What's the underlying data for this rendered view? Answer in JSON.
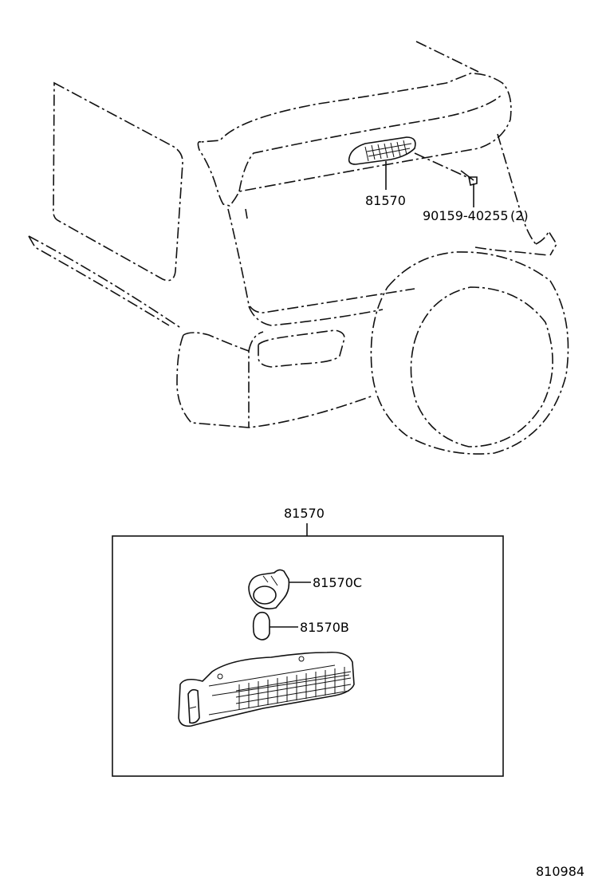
{
  "labels": {
    "upper_lamp_part": "81570",
    "screw_part": "90159-40255",
    "screw_qty": "(2)",
    "assembly_part": "81570",
    "socket_part": "81570C",
    "bulb_part": "81570B",
    "figure_number": "810984"
  }
}
